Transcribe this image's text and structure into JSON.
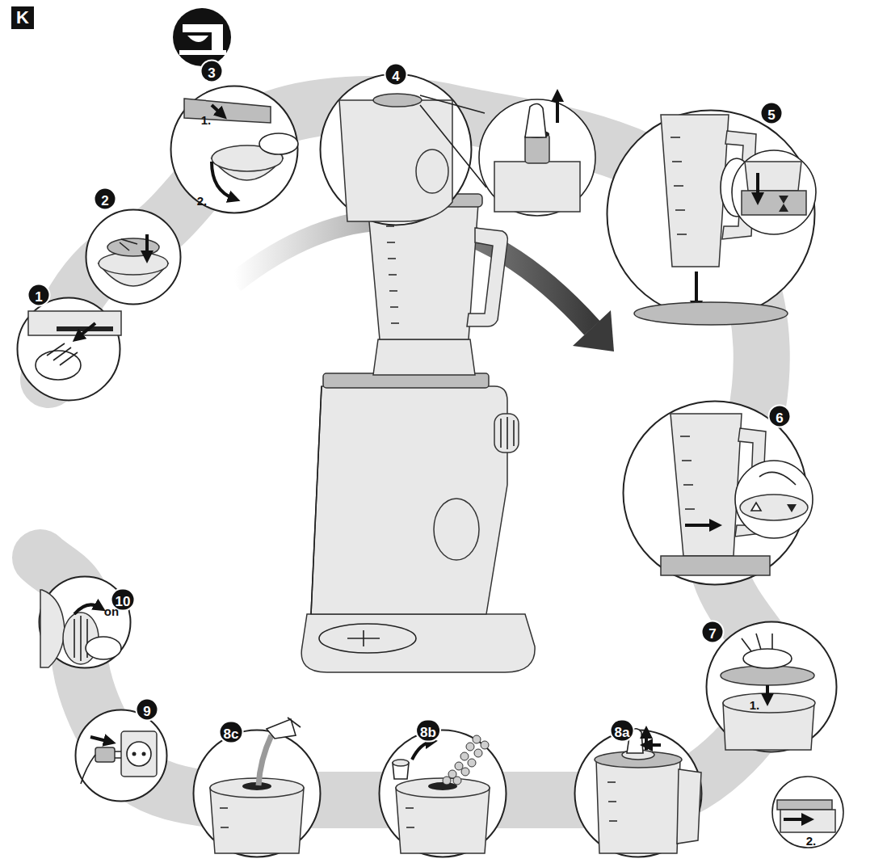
{
  "diagram": {
    "nodes": [
      {
        "text": [
          "1"
        ]
      },
      {
        "text": [
          "2"
        ]
      },
      {
        "text": [
          "3",
          "1.",
          "2."
        ]
      },
      {
        "text": [
          "4"
        ]
      },
      {
        "text": [
          "5"
        ]
      },
      {
        "text": [
          "6"
        ]
      },
      {
        "text": [
          "7",
          "1.",
          "2."
        ]
      },
      {
        "text": [
          "8a"
        ]
      },
      {
        "text": [
          "8b"
        ]
      },
      {
        "text": [
          "8c"
        ]
      },
      {
        "text": [
          "9"
        ]
      },
      {
        "text": [
          "10",
          "on"
        ]
      }
    ],
    "labels": [
      "K"
    ]
  }
}
